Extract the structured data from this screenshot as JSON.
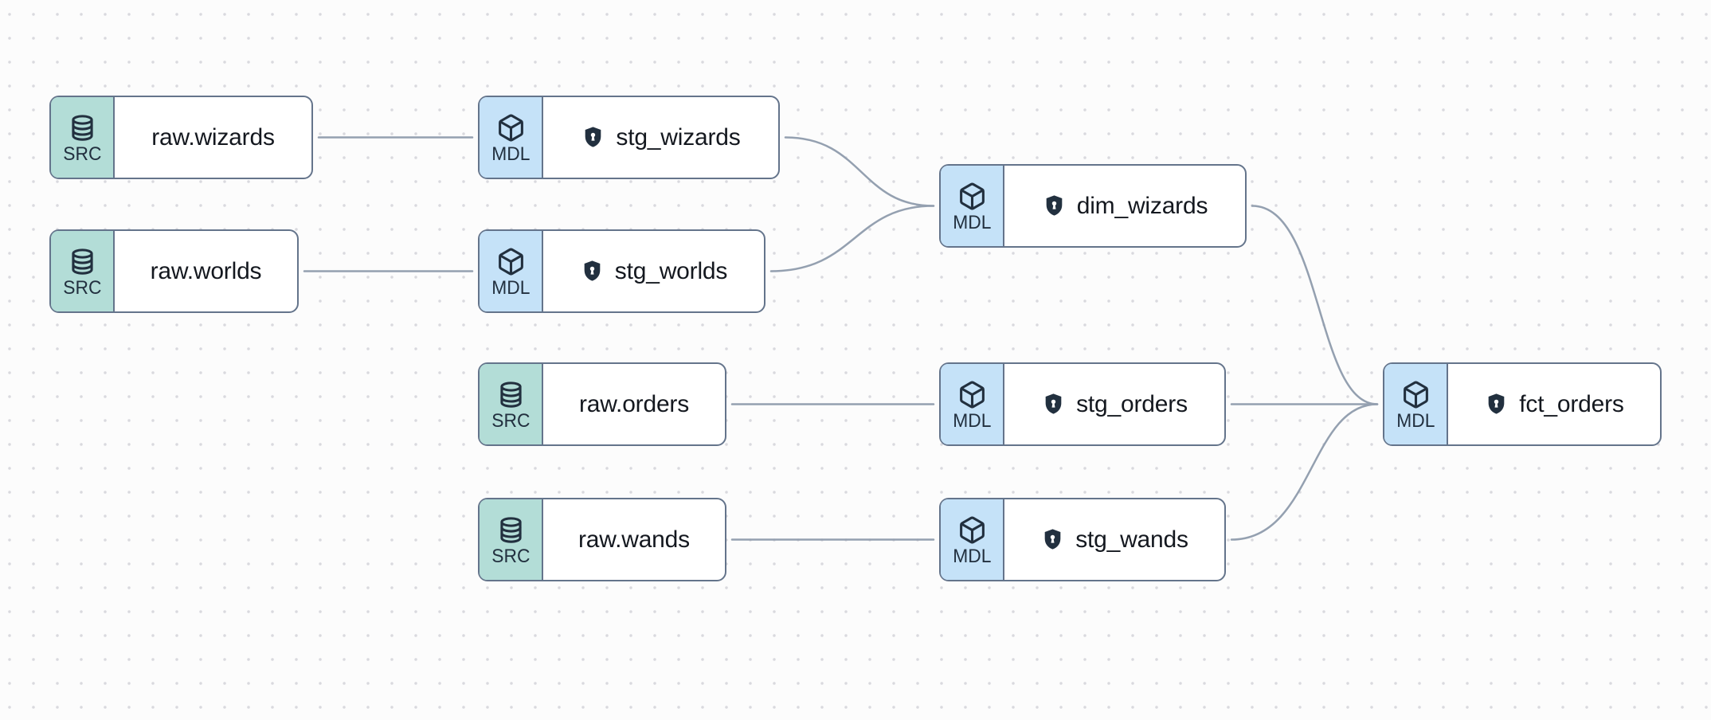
{
  "canvas": {
    "background_color": "#fcfcfc",
    "dot_color": "#d9d9de",
    "edge_color": "#94a0b0",
    "node_border_color": "#64748b"
  },
  "node_types": {
    "source": {
      "badge_label": "SRC",
      "badge_color": "#b3ddd7",
      "icon": "database-icon"
    },
    "model": {
      "badge_label": "MDL",
      "badge_color": "#c5e2f8",
      "icon": "cube-icon"
    }
  },
  "shield_color": "#22303f",
  "nodes": [
    {
      "id": "raw.wizards",
      "label": "raw.wizards",
      "type": "source",
      "badge": "SRC",
      "has_shield": false
    },
    {
      "id": "raw.worlds",
      "label": "raw.worlds",
      "type": "source",
      "badge": "SRC",
      "has_shield": false
    },
    {
      "id": "stg_wizards",
      "label": "stg_wizards",
      "type": "model",
      "badge": "MDL",
      "has_shield": true
    },
    {
      "id": "stg_worlds",
      "label": "stg_worlds",
      "type": "model",
      "badge": "MDL",
      "has_shield": true
    },
    {
      "id": "dim_wizards",
      "label": "dim_wizards",
      "type": "model",
      "badge": "MDL",
      "has_shield": true
    },
    {
      "id": "raw.orders",
      "label": "raw.orders",
      "type": "source",
      "badge": "SRC",
      "has_shield": false
    },
    {
      "id": "stg_orders",
      "label": "stg_orders",
      "type": "model",
      "badge": "MDL",
      "has_shield": true
    },
    {
      "id": "raw.wands",
      "label": "raw.wands",
      "type": "source",
      "badge": "SRC",
      "has_shield": false
    },
    {
      "id": "stg_wands",
      "label": "stg_wands",
      "type": "model",
      "badge": "MDL",
      "has_shield": true
    },
    {
      "id": "fct_orders",
      "label": "fct_orders",
      "type": "model",
      "badge": "MDL",
      "has_shield": true
    }
  ],
  "edges": [
    {
      "from": "raw.wizards",
      "to": "stg_wizards"
    },
    {
      "from": "raw.worlds",
      "to": "stg_worlds"
    },
    {
      "from": "stg_wizards",
      "to": "dim_wizards"
    },
    {
      "from": "stg_worlds",
      "to": "dim_wizards"
    },
    {
      "from": "raw.orders",
      "to": "stg_orders"
    },
    {
      "from": "raw.wands",
      "to": "stg_wands"
    },
    {
      "from": "dim_wizards",
      "to": "fct_orders"
    },
    {
      "from": "stg_orders",
      "to": "fct_orders"
    },
    {
      "from": "stg_wands",
      "to": "fct_orders"
    }
  ]
}
